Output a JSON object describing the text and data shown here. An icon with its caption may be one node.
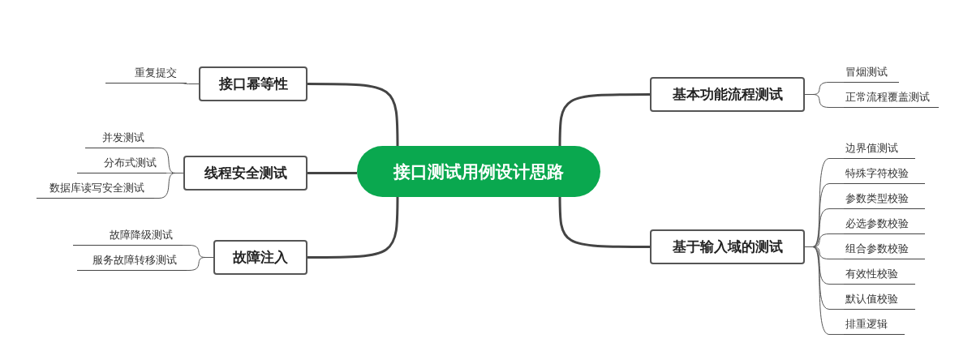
{
  "diagram": {
    "nodes": [
      {
        "text": [
          "接口测试用例设计思路"
        ]
      },
      {
        "text": [
          "接口幂等性"
        ]
      },
      {
        "text": [
          "重复提交"
        ]
      },
      {
        "text": [
          "线程安全测试"
        ]
      },
      {
        "text": [
          "并发测试"
        ]
      },
      {
        "text": [
          "分布式测试"
        ]
      },
      {
        "text": [
          "数据库读写安全测试"
        ]
      },
      {
        "text": [
          "故障注入"
        ]
      },
      {
        "text": [
          "故障降级测试"
        ]
      },
      {
        "text": [
          "服务故障转移测试"
        ]
      },
      {
        "text": [
          "基本功能流程测试"
        ]
      },
      {
        "text": [
          "冒烟测试"
        ]
      },
      {
        "text": [
          "正常流程覆盖测试"
        ]
      },
      {
        "text": [
          "基于输入域的测试"
        ]
      },
      {
        "text": [
          "边界值测试"
        ]
      },
      {
        "text": [
          "特殊字符校验"
        ]
      },
      {
        "text": [
          "参数类型校验"
        ]
      },
      {
        "text": [
          "必选参数校验"
        ]
      },
      {
        "text": [
          "组合参数校验"
        ]
      },
      {
        "text": [
          "有效性校验"
        ]
      },
      {
        "text": [
          "默认值校验"
        ]
      },
      {
        "text": [
          "排重逻辑"
        ]
      }
    ],
    "edges": [
      {
        "from": 0,
        "to": 1,
        "arrow": "none",
        "style": "thick"
      },
      {
        "from": 0,
        "to": 3,
        "arrow": "none",
        "style": "thick"
      },
      {
        "from": 0,
        "to": 7,
        "arrow": "none",
        "style": "thick"
      },
      {
        "from": 0,
        "to": 10,
        "arrow": "none",
        "style": "thick"
      },
      {
        "from": 0,
        "to": 13,
        "arrow": "none",
        "style": "thick"
      },
      {
        "from": 1,
        "to": 2,
        "arrow": "none"
      },
      {
        "from": 3,
        "to": 4,
        "arrow": "none"
      },
      {
        "from": 3,
        "to": 5,
        "arrow": "none"
      },
      {
        "from": 3,
        "to": 6,
        "arrow": "none"
      },
      {
        "from": 7,
        "to": 8,
        "arrow": "none"
      },
      {
        "from": 7,
        "to": 9,
        "arrow": "none"
      },
      {
        "from": 10,
        "to": 11,
        "arrow": "none"
      },
      {
        "from": 10,
        "to": 12,
        "arrow": "none"
      },
      {
        "from": 13,
        "to": 14,
        "arrow": "none"
      },
      {
        "from": 13,
        "to": 15,
        "arrow": "none"
      },
      {
        "from": 13,
        "to": 16,
        "arrow": "none"
      },
      {
        "from": 13,
        "to": 17,
        "arrow": "none"
      },
      {
        "from": 13,
        "to": 18,
        "arrow": "none"
      },
      {
        "from": 13,
        "to": 19,
        "arrow": "none"
      },
      {
        "from": 13,
        "to": 20,
        "arrow": "none"
      },
      {
        "from": 13,
        "to": 21,
        "arrow": "none"
      }
    ]
  }
}
